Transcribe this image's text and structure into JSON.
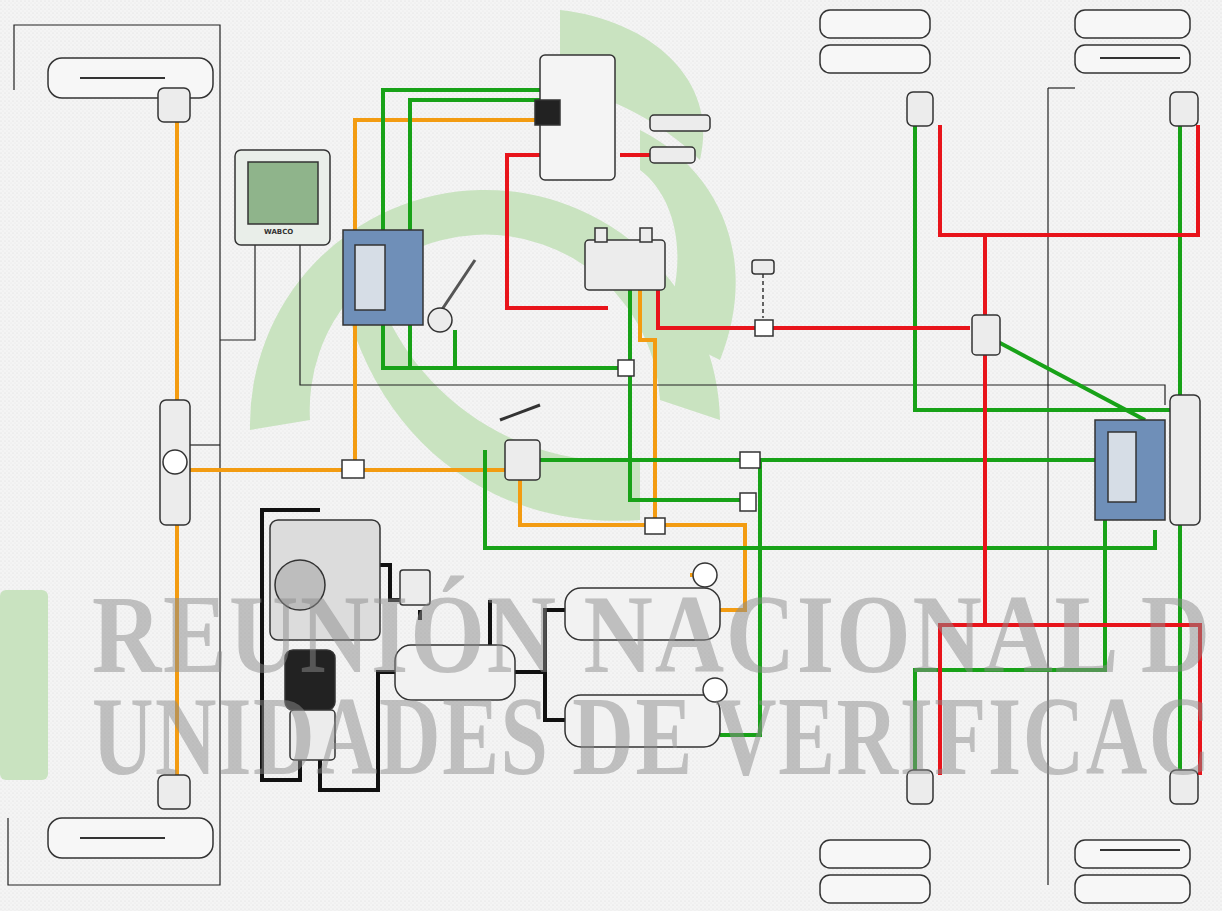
{
  "diagram": {
    "labels": [
      "REUNIÓN NACIONAL D",
      "UNIDADES DE VERIFICAC",
      "WABCO"
    ]
  }
}
